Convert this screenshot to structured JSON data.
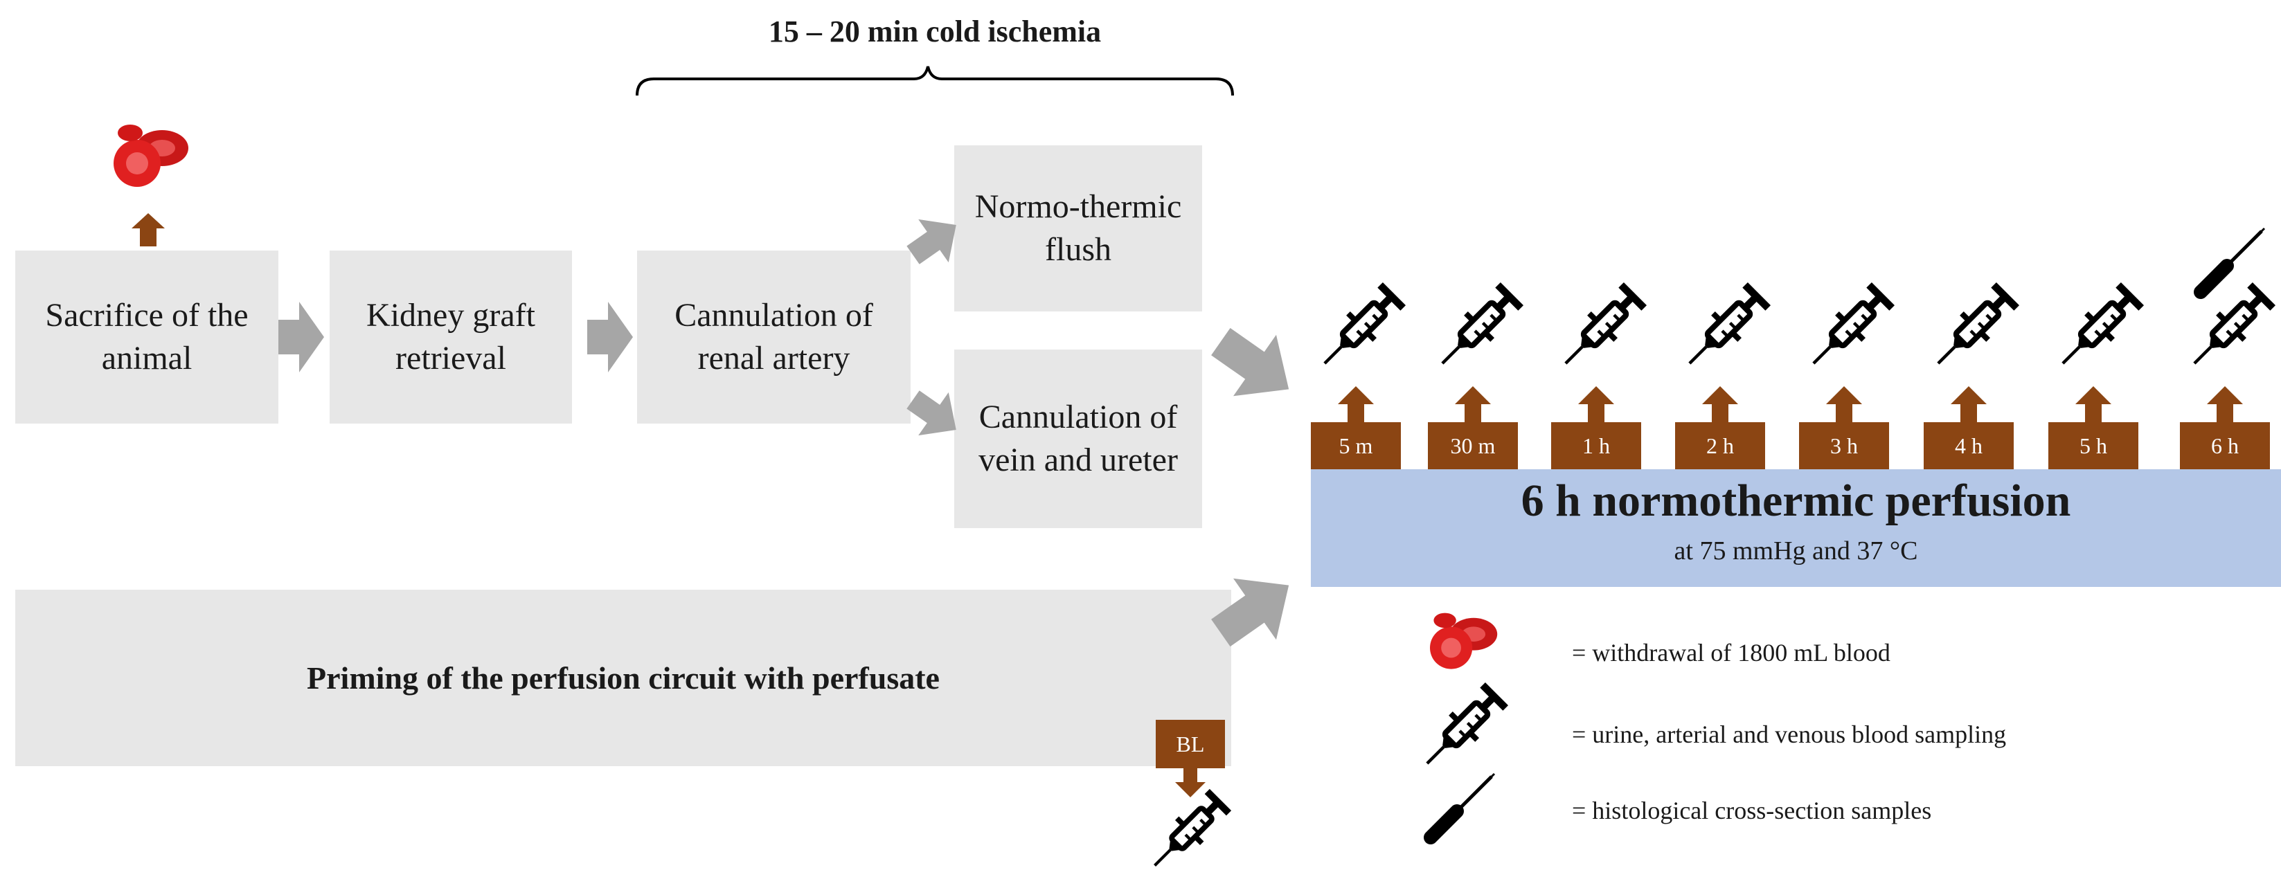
{
  "ischemia_label": "15 – 20 min cold ischemia",
  "steps": {
    "sacrifice": "Sacrifice of the animal",
    "retrieval": "Kidney graft retrieval",
    "cannulation_artery": "Cannulation of renal artery",
    "flush": "Normo-thermic flush",
    "cannulation_vein": "Cannulation of vein and ureter",
    "priming": "Priming of the perfusion circuit with perfusate"
  },
  "perfusion": {
    "title": "6 h normothermic perfusion",
    "subtitle": "at 75 mmHg and 37 °C"
  },
  "timepoints": [
    "5 m",
    "30 m",
    "1 h",
    "2 h",
    "3 h",
    "4 h",
    "5 h",
    "6 h"
  ],
  "baseline_label": "BL",
  "legend": {
    "blood": "= withdrawal of 1800 mL blood",
    "syringe": "= urine, arterial and venous blood sampling",
    "histology": "= histological cross-section samples"
  },
  "colors": {
    "box_gray": "#e7e7e7",
    "arrow_gray": "#a6a6a6",
    "brown": "#8b4513",
    "perfusion_blue": "#b4c7e7",
    "blood_red": "#e02020"
  },
  "icons": [
    "blood-cells-icon",
    "syringe-icon",
    "biopsy-needle-icon",
    "arrow-right-icon",
    "arrow-up-icon",
    "arrow-down-icon"
  ]
}
